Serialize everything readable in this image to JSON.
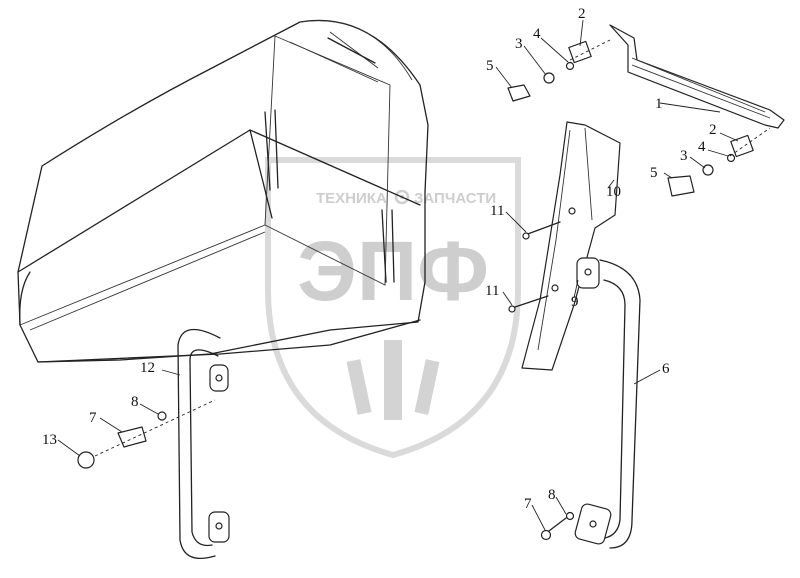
{
  "watermark": {
    "brand_left": "ТЕХНИКА",
    "brand_right": "ЗАПЧАСТИ",
    "logo_letters": "ЭПФ",
    "color": "#cfcfcf"
  },
  "callouts": [
    {
      "id": "c1",
      "text": "1"
    },
    {
      "id": "c2a",
      "text": "2"
    },
    {
      "id": "c3a",
      "text": "3"
    },
    {
      "id": "c4a",
      "text": "4"
    },
    {
      "id": "c5a",
      "text": "5"
    },
    {
      "id": "c2b",
      "text": "2"
    },
    {
      "id": "c3b",
      "text": "3"
    },
    {
      "id": "c4b",
      "text": "4"
    },
    {
      "id": "c5b",
      "text": "5"
    },
    {
      "id": "c10",
      "text": "10"
    },
    {
      "id": "c11a",
      "text": "11"
    },
    {
      "id": "c11b",
      "text": "11"
    },
    {
      "id": "c9",
      "text": "9"
    },
    {
      "id": "c6",
      "text": "6"
    },
    {
      "id": "c12",
      "text": "12"
    },
    {
      "id": "c8a",
      "text": "8"
    },
    {
      "id": "c7a",
      "text": "7"
    },
    {
      "id": "c13",
      "text": "13"
    },
    {
      "id": "c7b",
      "text": "7"
    },
    {
      "id": "c8b",
      "text": "8"
    }
  ]
}
